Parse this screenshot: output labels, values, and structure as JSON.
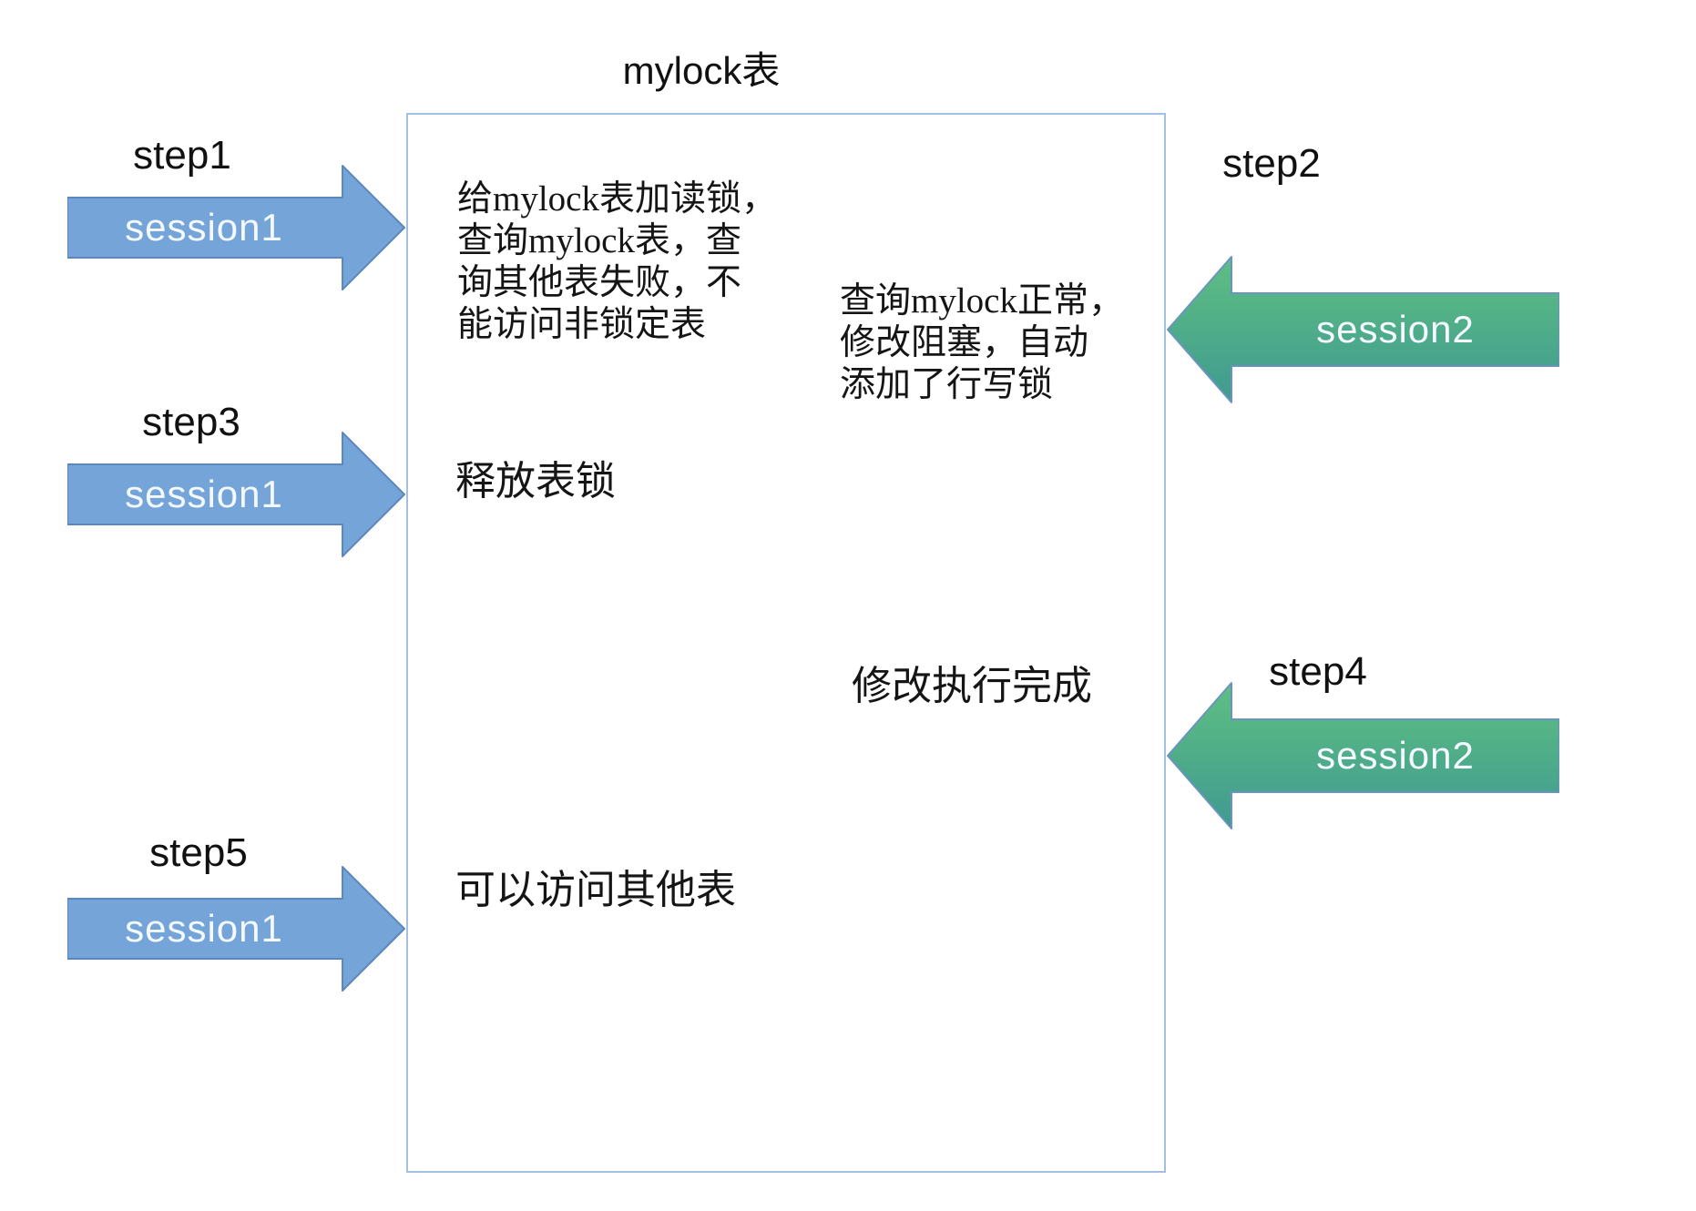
{
  "title": "mylock表",
  "arrows": {
    "step1": {
      "label": "step1",
      "session": "session1",
      "direction": "right",
      "color": "blue"
    },
    "step2": {
      "label": "step2",
      "session": "session2",
      "direction": "left",
      "color": "green"
    },
    "step3": {
      "label": "step3",
      "session": "session1",
      "direction": "right",
      "color": "blue"
    },
    "step4": {
      "label": "step4",
      "session": "session2",
      "direction": "left",
      "color": "green"
    },
    "step5": {
      "label": "step5",
      "session": "session1",
      "direction": "right",
      "color": "blue"
    }
  },
  "notes": {
    "note1": "给mylock表加读锁，\n查询mylock表，查\n询其他表失败，不\n能访问非锁定表",
    "note2": "查询mylock正常，\n修改阻塞，自动\n添加了行写锁",
    "note3": "释放表锁",
    "note4": "修改执行完成",
    "note5": "可以访问其他表"
  },
  "colors": {
    "blue_arrow_fill": "#75a5d8",
    "blue_arrow_border": "#5c87bc",
    "green_arrow_top": "#5fbf82",
    "green_arrow_bottom": "#3f9a90",
    "green_arrow_border": "#6c93c2",
    "box_border": "#a3c0e0",
    "arrow_text": "#f4f9ff",
    "text": "#1a1a1a"
  }
}
